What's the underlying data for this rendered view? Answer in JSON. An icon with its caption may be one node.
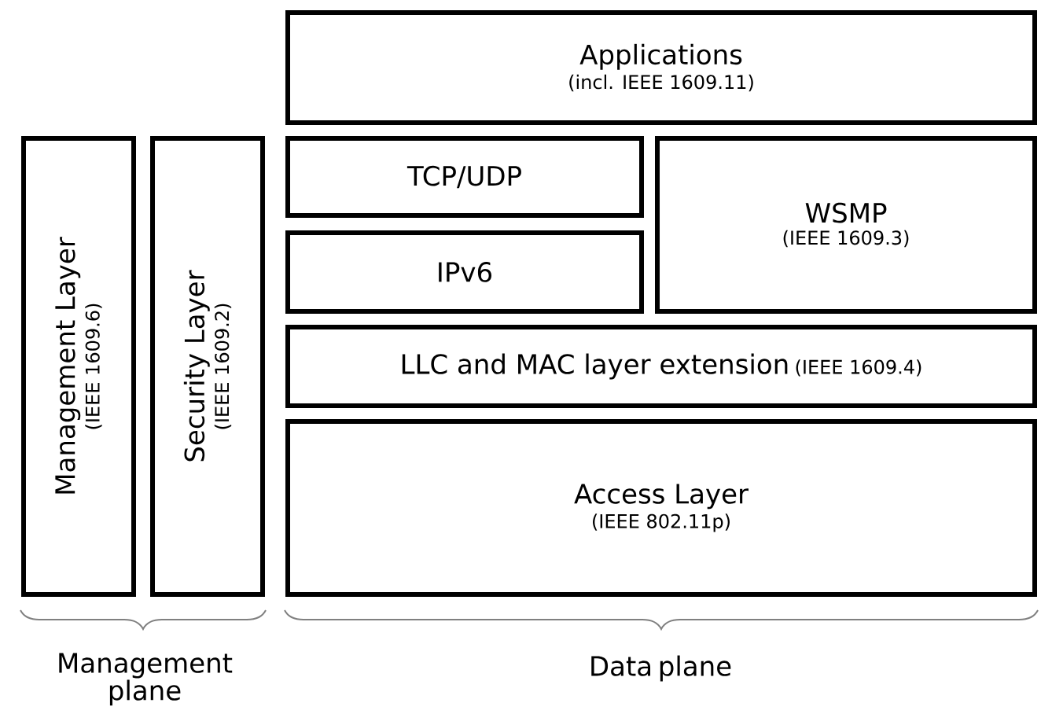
{
  "diagram": {
    "nodes": [
      {
        "text": [
          "Applications",
          "(incl. IEEE 1609.11)"
        ]
      },
      {
        "text": [
          "Management Layer",
          "(IEEE 1609.6)"
        ]
      },
      {
        "text": [
          "Security Layer",
          "(IEEE 1609.2)"
        ]
      },
      {
        "text": [
          "TCP/UDP"
        ]
      },
      {
        "text": [
          "WSMP",
          "(IEEE 1609.3)"
        ]
      },
      {
        "text": [
          "IPv6"
        ]
      },
      {
        "text": [
          "LLC and MAC layer extension",
          "(IEEE 1609.4)"
        ]
      },
      {
        "text": [
          "Access Layer",
          "(IEEE 802.11p)"
        ]
      }
    ],
    "labels": [
      "Management plane",
      "Data plane"
    ]
  }
}
